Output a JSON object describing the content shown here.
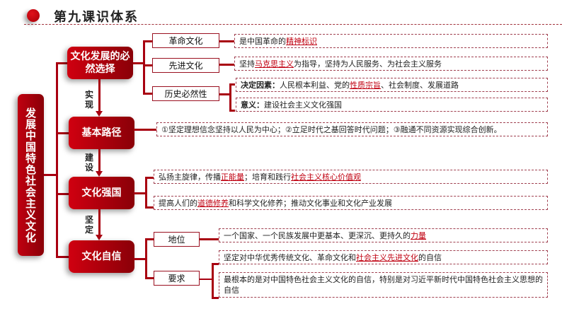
{
  "title": "第九课识体系",
  "root": "发展中国特色社会主义文化",
  "main": [
    "文化发展的必然选择",
    "基本路径",
    "文化强国",
    "文化自信"
  ],
  "arrows": [
    "实现",
    "建设",
    "坚定"
  ],
  "sub": {
    "geming": "革命文化",
    "xianjin": "先进文化",
    "lishi": "历史必然性",
    "diwei": "地位",
    "yaoqiu": "要求"
  },
  "texts": {
    "t1": {
      "pre": "是中国革命的",
      "hl": "精神标识"
    },
    "t2": {
      "pre": "坚持",
      "hl": "马克思主义",
      "post": "为指导，坚持为人民服务、为社会主义服务"
    },
    "t3": {
      "label": "决定因素：",
      "pre": "人民根本利益、党的",
      "hl": "性质宗旨",
      "post": "、社会制度、发展道路"
    },
    "t4": {
      "label": "意义：",
      "post": "建设社会主义文化强国"
    },
    "t5": "①坚定理想信念坚持以人民为中心；②立足时代之基回答时代问题；③融通不同资源实现综合创新。",
    "t6": {
      "pre": "弘扬主旋律，传播",
      "hl": "正能量",
      "mid": "；培育和践行",
      "hl2": "社会主义核心价值观"
    },
    "t7": {
      "pre": "提高人们的",
      "hl": "道德修养",
      "post": "和科学文化修养；推动文化事业和文化产业发展"
    },
    "t8": {
      "pre": "一个国家、一个民族发展中更基本、更深沉、更持久的",
      "hl": "力量"
    },
    "t9": {
      "pre": "坚定对中华优秀传统文化、革命文化和",
      "hl": "社会主义先进文化",
      "post": "的自信"
    },
    "t10": "最根本的是对中国特色社会主义文化的自信，特别是对习近平新时代中国特色社会主义思想的自信"
  }
}
